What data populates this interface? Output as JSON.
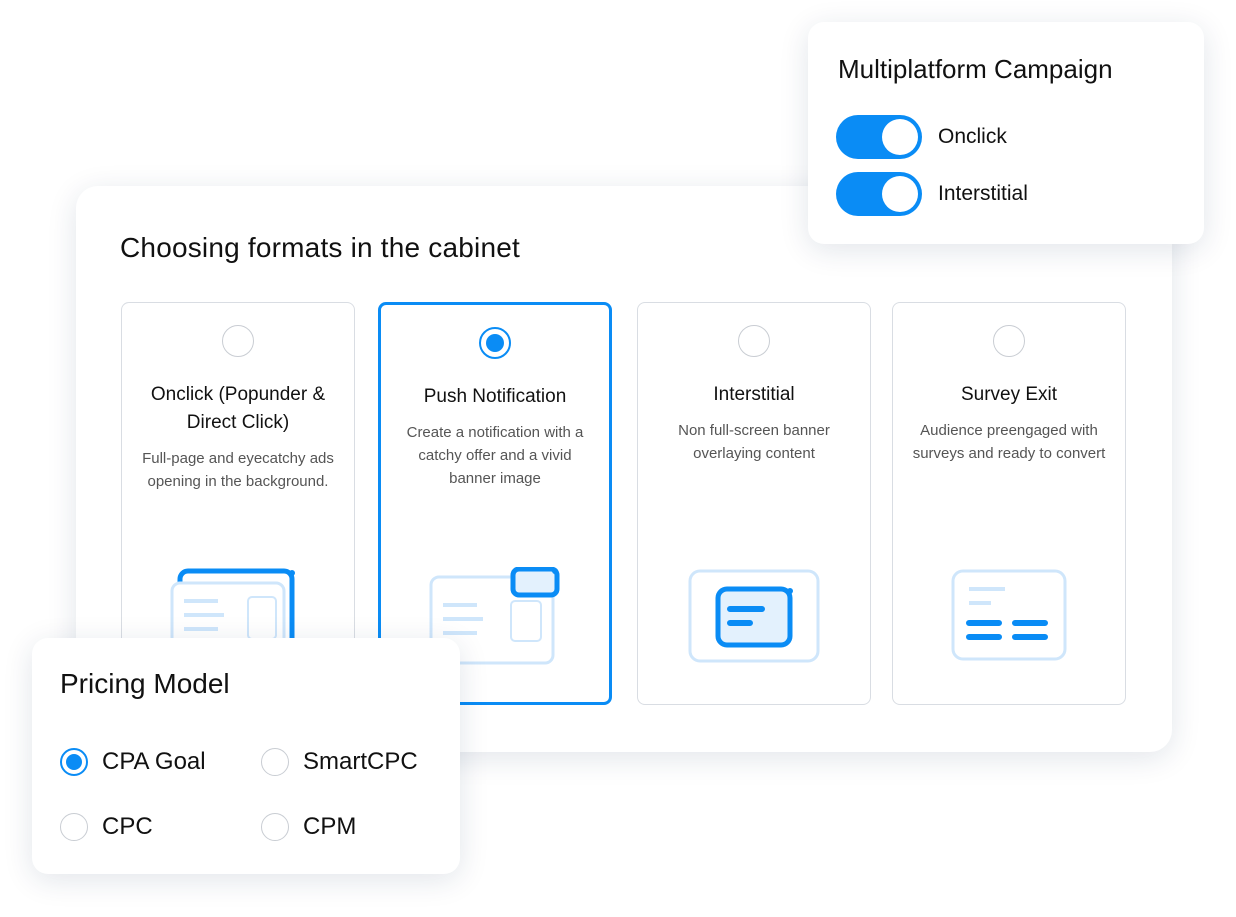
{
  "main": {
    "title": "Choosing  formats in the cabinet",
    "formats": [
      {
        "title": "Onclick (Popunder & Direct Click)",
        "desc": "Full-page and eyecatchy ads opening in the background.",
        "selected": false
      },
      {
        "title": "Push Notification",
        "desc": "Create a notification with a catchy offer and a vivid banner image",
        "selected": true
      },
      {
        "title": "Interstitial",
        "desc": "Non full-screen banner overlaying content",
        "selected": false
      },
      {
        "title": "Survey Exit",
        "desc": "Audience preengaged with surveys and ready to convert",
        "selected": false
      }
    ]
  },
  "multiplatform": {
    "title": "Multiplatform Campaign",
    "toggles": [
      {
        "label": "Onclick",
        "on": true
      },
      {
        "label": "Interstitial",
        "on": true
      }
    ]
  },
  "pricing": {
    "title": "Pricing Model",
    "options": [
      {
        "label": "CPA Goal",
        "selected": true
      },
      {
        "label": "SmartCPC",
        "selected": false
      },
      {
        "label": "CPC",
        "selected": false
      },
      {
        "label": "CPM",
        "selected": false
      }
    ]
  },
  "colors": {
    "accent": "#0a8cf5",
    "light": "#cfe6fb"
  }
}
